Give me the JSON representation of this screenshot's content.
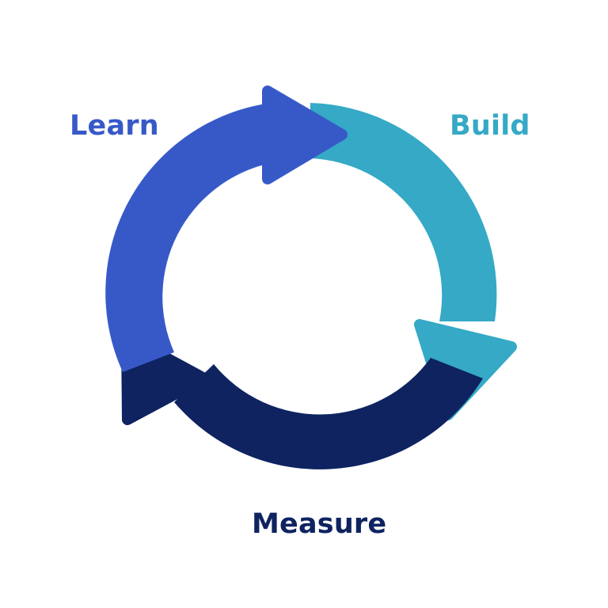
{
  "diagram": {
    "type": "cycle",
    "stages": [
      {
        "key": "build",
        "label": "Build",
        "color": "#35a9c6"
      },
      {
        "key": "measure",
        "label": "Measure",
        "color": "#0e2360"
      },
      {
        "key": "learn",
        "label": "Learn",
        "color": "#3759c8"
      }
    ],
    "flow": "clockwise"
  }
}
